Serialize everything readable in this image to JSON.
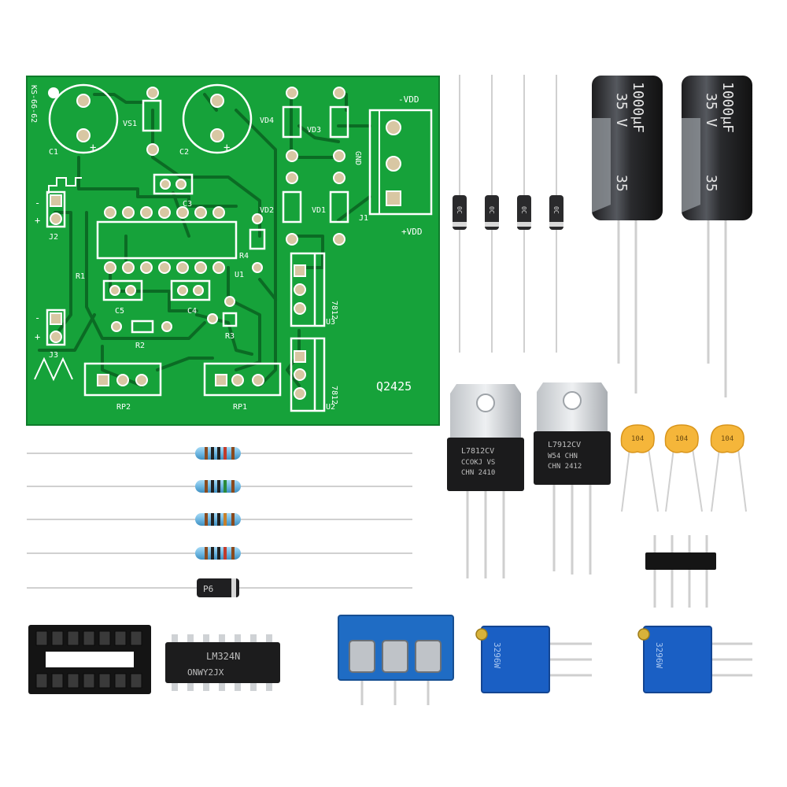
{
  "pcb": {
    "board_id": "KS-66-62",
    "code": "Q2425",
    "labels": {
      "c1": "C1",
      "c2": "C2",
      "c3": "C3",
      "c4": "C4",
      "c5": "C5",
      "vs1": "VS1",
      "vd1": "VD1",
      "vd2": "VD2",
      "vd3": "VD3",
      "vd4": "VD4",
      "neg_vdd": "-VDD",
      "pos_vdd": "+VDD",
      "gnd": "GND",
      "j1": "J1",
      "j2": "J2",
      "j3": "J3",
      "r1": "R1",
      "r2": "R2",
      "r3": "R3",
      "r4": "R4",
      "u1": "U1",
      "u2": "U2",
      "u3": "U3",
      "reg1": "7812",
      "reg2": "7812",
      "rp1": "RP1",
      "rp2": "RP2",
      "plus": "+",
      "minus": "-"
    }
  },
  "diodes": {
    "marking": "0C"
  },
  "capacitors": {
    "line1": "1000μF",
    "line2": "35 V",
    "line3": "35"
  },
  "regulators": [
    {
      "line1": "L7812CV",
      "line2": "CCOKJ  VS",
      "line3": "CHN  2410"
    },
    {
      "line1": "L7912CV",
      "line2": "W54  CHN",
      "line3": "CHN  2412"
    }
  ],
  "ceramic": {
    "value": "104"
  },
  "zener": {
    "marking": "P6"
  },
  "ic": {
    "line1": "LM324N",
    "line2": "ONWY2JX"
  },
  "trimmers": {
    "marking": "3296W"
  },
  "colors": {
    "pcb_green": "#15a03a",
    "trace_green": "#0c6b25",
    "resistor_body": "#77c0e6",
    "terminal_blue": "#1f6cc4",
    "trimmer_blue": "#1a5fc4"
  }
}
